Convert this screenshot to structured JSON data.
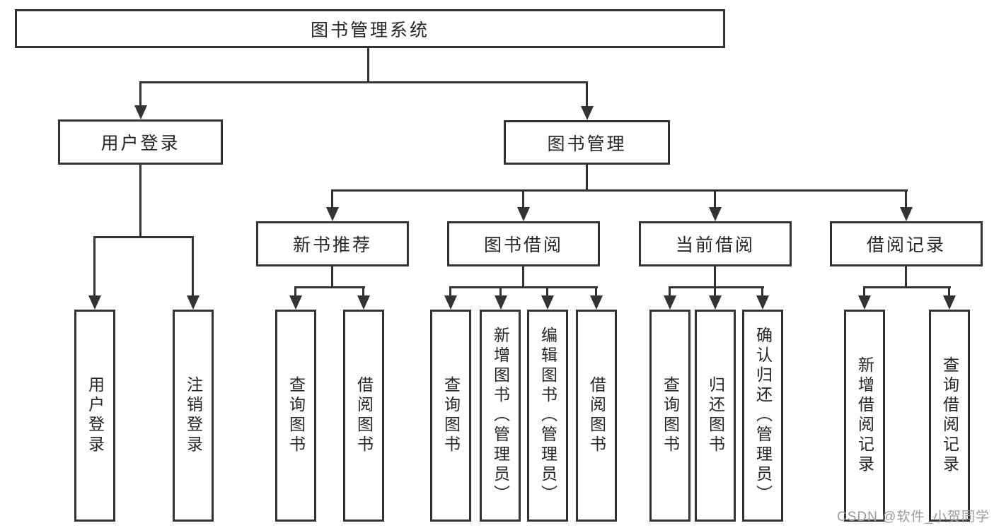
{
  "diagram": {
    "root": {
      "label": "图书管理系统"
    },
    "children": [
      {
        "label": "用户登录",
        "children": [
          {
            "label": "用户登录"
          },
          {
            "label": "注销登录"
          }
        ]
      },
      {
        "label": "图书管理",
        "children": [
          {
            "label": "新书推荐",
            "children": [
              {
                "label": "查询图书"
              },
              {
                "label": "借阅图书"
              }
            ]
          },
          {
            "label": "图书借阅",
            "children": [
              {
                "label": "查询图书"
              },
              {
                "label": "新增图书（管理员）"
              },
              {
                "label": "编辑图书（管理员）"
              },
              {
                "label": "借阅图书"
              }
            ]
          },
          {
            "label": "当前借阅",
            "children": [
              {
                "label": "查询图书"
              },
              {
                "label": "归还图书"
              },
              {
                "label": "确认归还（管理员）"
              }
            ]
          },
          {
            "label": "借阅记录",
            "children": [
              {
                "label": "新增借阅记录"
              },
              {
                "label": "查询借阅记录"
              }
            ]
          }
        ]
      }
    ]
  },
  "watermark": {
    "text": "CSDN @软件_小贺同学"
  },
  "colors": {
    "line": "#333333",
    "box_border": "#333333",
    "text": "#262626",
    "watermark": "#9b9b9b",
    "background": "#ffffff"
  }
}
